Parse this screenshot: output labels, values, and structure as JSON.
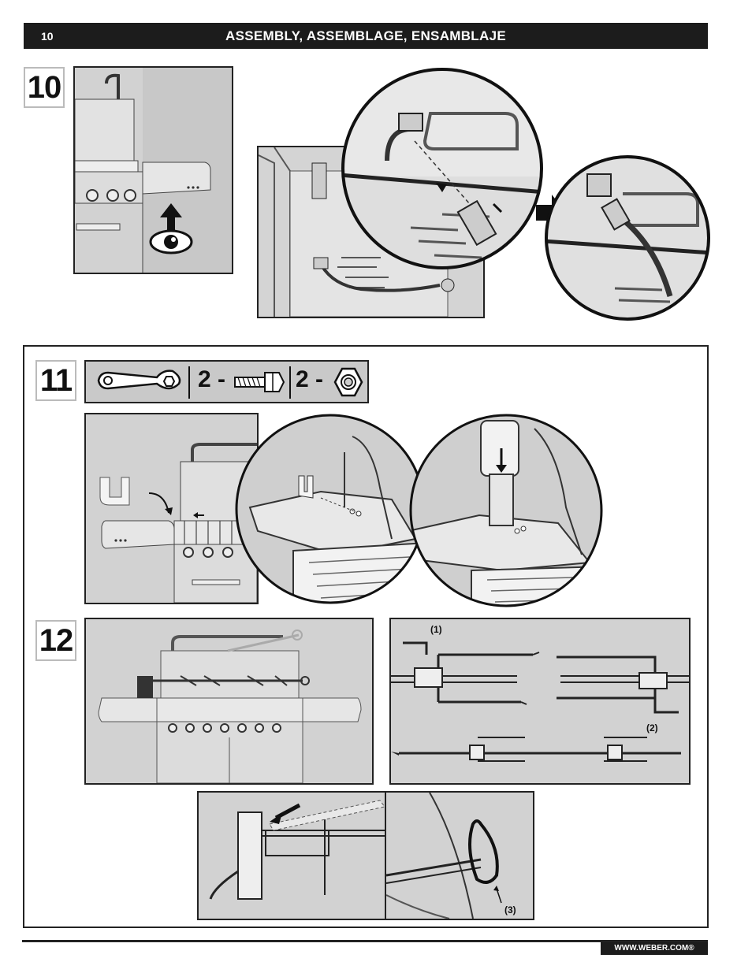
{
  "header": {
    "page_number": "10",
    "title": "ASSEMBLY, ASSEMBLAGE, ENSAMBLAJE"
  },
  "steps": [
    {
      "number": "10"
    },
    {
      "number": "11",
      "parts": [
        {
          "qty": "2 -",
          "icon": "bolt-icon"
        },
        {
          "qty": "2 -",
          "icon": "nut-icon"
        }
      ],
      "tool_icon": "wrench-icon"
    },
    {
      "number": "12",
      "callouts": [
        "(1)",
        "(2)",
        "(3)"
      ]
    }
  ],
  "footer": {
    "url": "WWW.WEBER.COM®"
  }
}
